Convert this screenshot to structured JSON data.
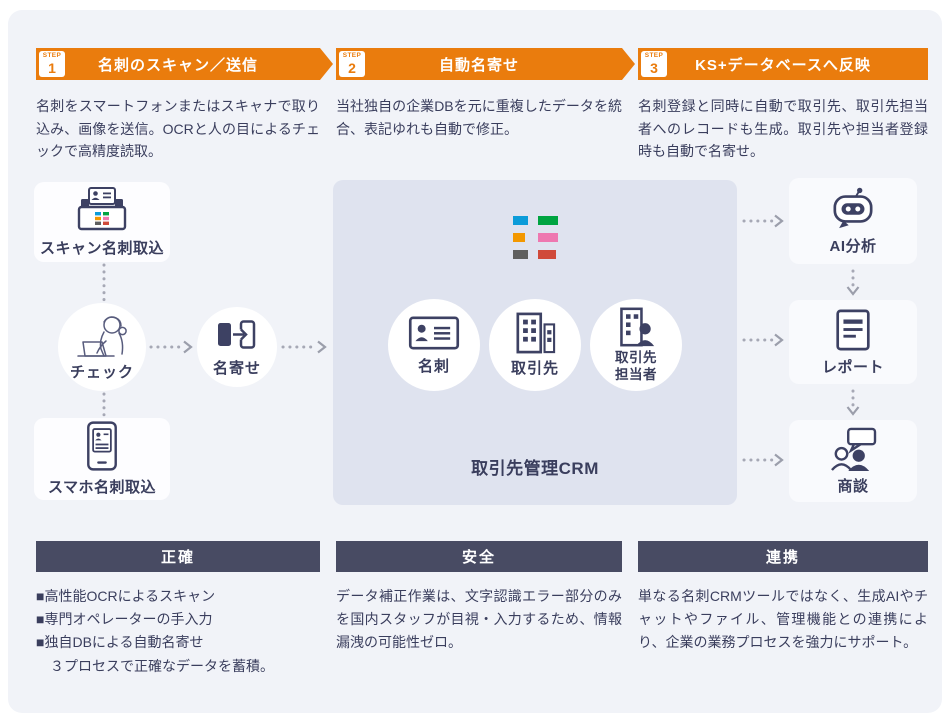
{
  "brand": {
    "accent_orange": "#ea7c0d",
    "banner_navy": "#484b63",
    "text_navy": "#3a3e5d",
    "logo_colors": {
      "blue": "#0c9cd9",
      "green": "#00a441",
      "orange": "#f39800",
      "pink": "#ee78b0",
      "gray": "#5f5f5f",
      "red": "#d04a3a"
    }
  },
  "steps": [
    {
      "step_label": "STEP",
      "num": "1",
      "title": "名刺のスキャン／送信",
      "desc": "名刺をスマートフォンまたはスキャナで取り込み、画像を送信。OCRと人の目によるチェックで高精度読取。"
    },
    {
      "step_label": "STEP",
      "num": "2",
      "title": "自動名寄せ",
      "desc": "当社独自の企業DBを元に重複したデータを統合、表記ゆれも自動で修正。"
    },
    {
      "step_label": "STEP",
      "num": "3",
      "title": "KS+データベースへ反映",
      "desc": "名刺登録と同時に自動で取引先、取引先担当者へのレコードも生成。取引先や担当者登録時も自動で名寄せ。"
    }
  ],
  "flow": {
    "scan_label": "スキャン名刺取込",
    "check_label": "チェック",
    "merge_label": "名寄せ",
    "phone_label": "スマホ名刺取込",
    "crm": {
      "card": "名刺",
      "account": "取引先",
      "contact": "取引先\n担当者",
      "label": "取引先管理CRM"
    },
    "outputs": [
      {
        "label": "AI分析"
      },
      {
        "label": "レポート"
      },
      {
        "label": "商談"
      }
    ]
  },
  "features": [
    {
      "title": "正確",
      "lines": [
        "■高性能OCRによるスキャン",
        "■専門オペレーターの手入力",
        "■独自DBによる自動名寄せ",
        "　３プロセスで正確なデータを蓄積。"
      ]
    },
    {
      "title": "安全",
      "desc": "データ補正作業は、文字認識エラー部分のみを国内スタッフが目視・入力するため、情報漏洩の可能性ゼロ。"
    },
    {
      "title": "連携",
      "desc": "単なる名刺CRMツールではなく、生成AIやチャットやファイル、管理機能との連携により、企業の業務プロセスを強力にサポート。"
    }
  ]
}
